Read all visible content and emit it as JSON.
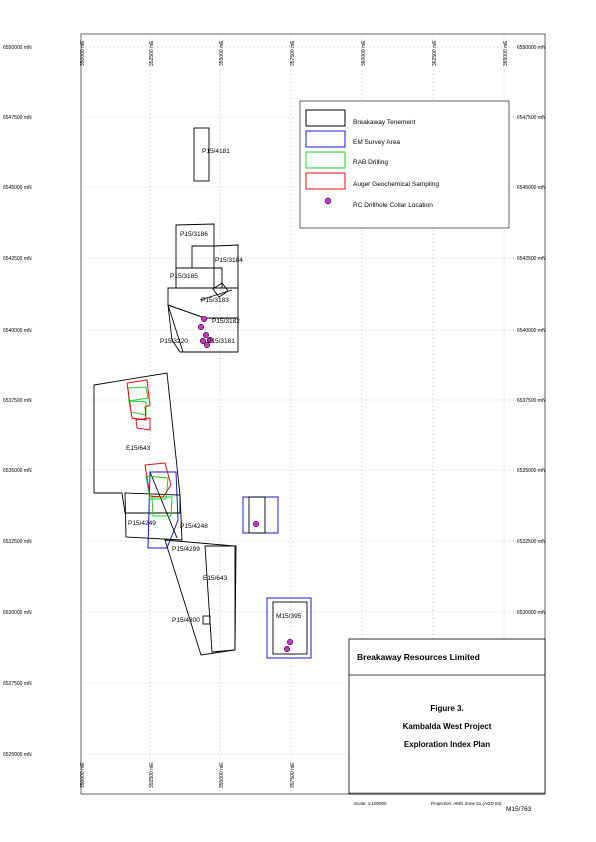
{
  "northings": [
    "6550000 mN",
    "6547500 mN",
    "6545000 mN",
    "6542500 mN",
    "6540000 mN",
    "6537500 mN",
    "6535000 mN",
    "6532500 mN",
    "6530000 mN",
    "6527500 mN",
    "6525000 mN"
  ],
  "eastings_top": [
    "350000 mE",
    "352500 mE",
    "355000 mE",
    "357500 mE",
    "360000 mE",
    "362500 mE",
    "365000 mE"
  ],
  "eastings_bottom": [
    "350000 mE",
    "352500 mE",
    "355000 mE",
    "357500 mE"
  ],
  "tenements": [
    "P15/4181",
    "P15/3186",
    "P15/3184",
    "P15/3185",
    "P15/3183",
    "P15/3182",
    "P15/3220",
    "P15/3181",
    "E15/643",
    "P15/4249",
    "P15/4248",
    "P15/4299",
    "E15/643",
    "P15/4300",
    "M15/395"
  ],
  "legend": {
    "items": [
      {
        "label": "Breakaway Tenement",
        "color": "#000000"
      },
      {
        "label": "EM Survey Area",
        "color": "#1a1acc"
      },
      {
        "label": "RAB Drilling",
        "color": "#22cc22"
      },
      {
        "label": "Auger Geochemical Sampling",
        "color": "#dd1111"
      },
      {
        "label": "RC Drillhole Collar Location",
        "color": "#cc33cc"
      }
    ]
  },
  "title_block": {
    "company": "Breakaway Resources Limited",
    "figure": "Figure 3.",
    "project": "Kambalda West Project",
    "plan": "Exploration Index Plan",
    "scale": "Scale: 1:100000",
    "projection": "Projection: AMG Zone 51 (AGD 84)",
    "ref": "M15/763"
  }
}
